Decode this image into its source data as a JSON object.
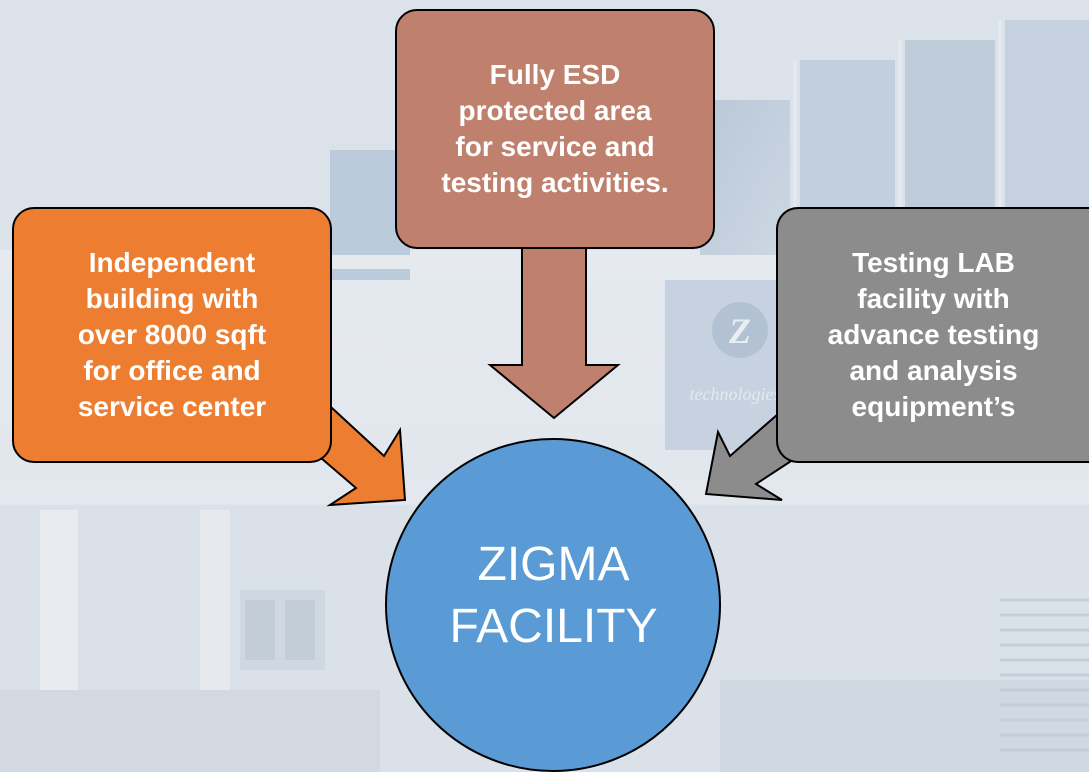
{
  "diagram": {
    "center": {
      "label": "ZIGMA\nFACILITY",
      "color": "#5b9bd5"
    },
    "boxes": {
      "left": {
        "text": "Independent\nbuilding with\nover 8000 sqft\nfor office and\nservice center",
        "color": "#ed7d31"
      },
      "top": {
        "text": "Fully ESD\nprotected area\nfor service and\ntesting activities.",
        "color": "#c0806e"
      },
      "right": {
        "text": "Testing LAB\nfacility with\nadvance testing\nand analysis\nequipment’s",
        "color": "#8c8c8c"
      }
    },
    "background_text": {
      "logo_letter": "Z",
      "logo_word": "technologies"
    },
    "colors": {
      "background": "#dfe5ec",
      "outline": "#000000",
      "text": "#ffffff"
    }
  }
}
